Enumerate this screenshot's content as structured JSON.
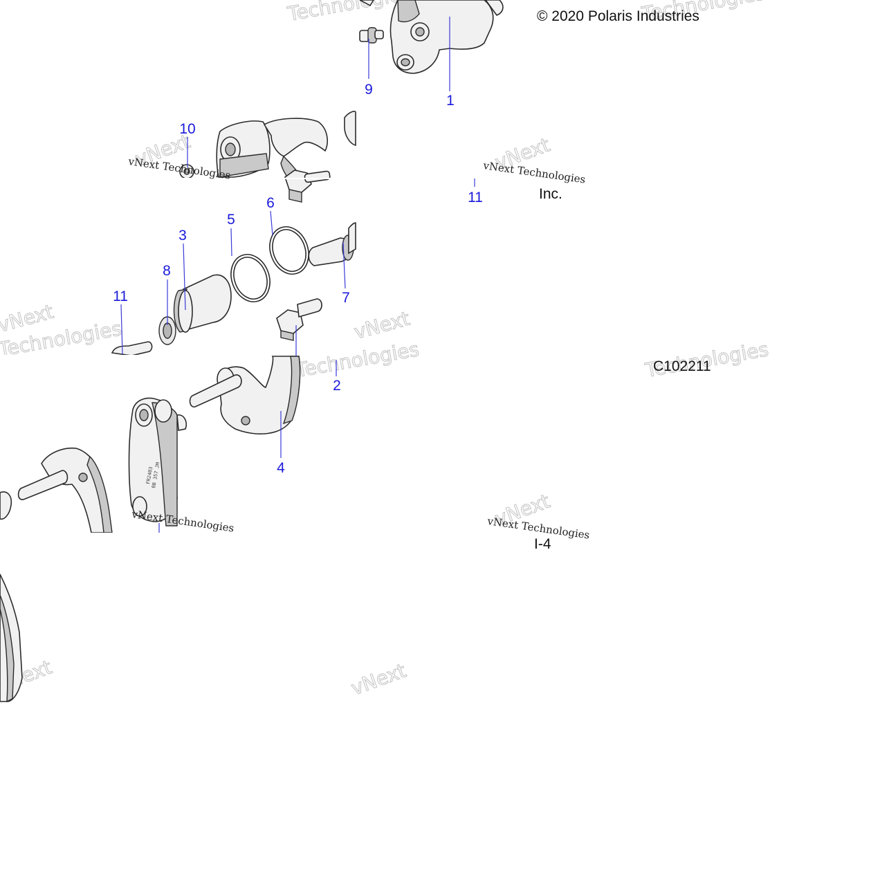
{
  "copyright": "© 2020 Polaris Industries",
  "inc_fragment": "Inc.",
  "figure_code": "C102211",
  "page_fragment": "I-4",
  "callouts": {
    "c1": "1",
    "c2": "2",
    "c3": "3",
    "c4": "4",
    "c5": "5",
    "c6": "6",
    "c7": "7",
    "c8": "8",
    "c9": "9",
    "c10": "10",
    "c11a": "11",
    "c11b": "11"
  },
  "watermark": {
    "line1": "vNext Technologies",
    "line2": "Technologies",
    "line3": "vNext"
  },
  "colors": {
    "callout": "#1a1adb",
    "outline": "#2b2b2b"
  }
}
